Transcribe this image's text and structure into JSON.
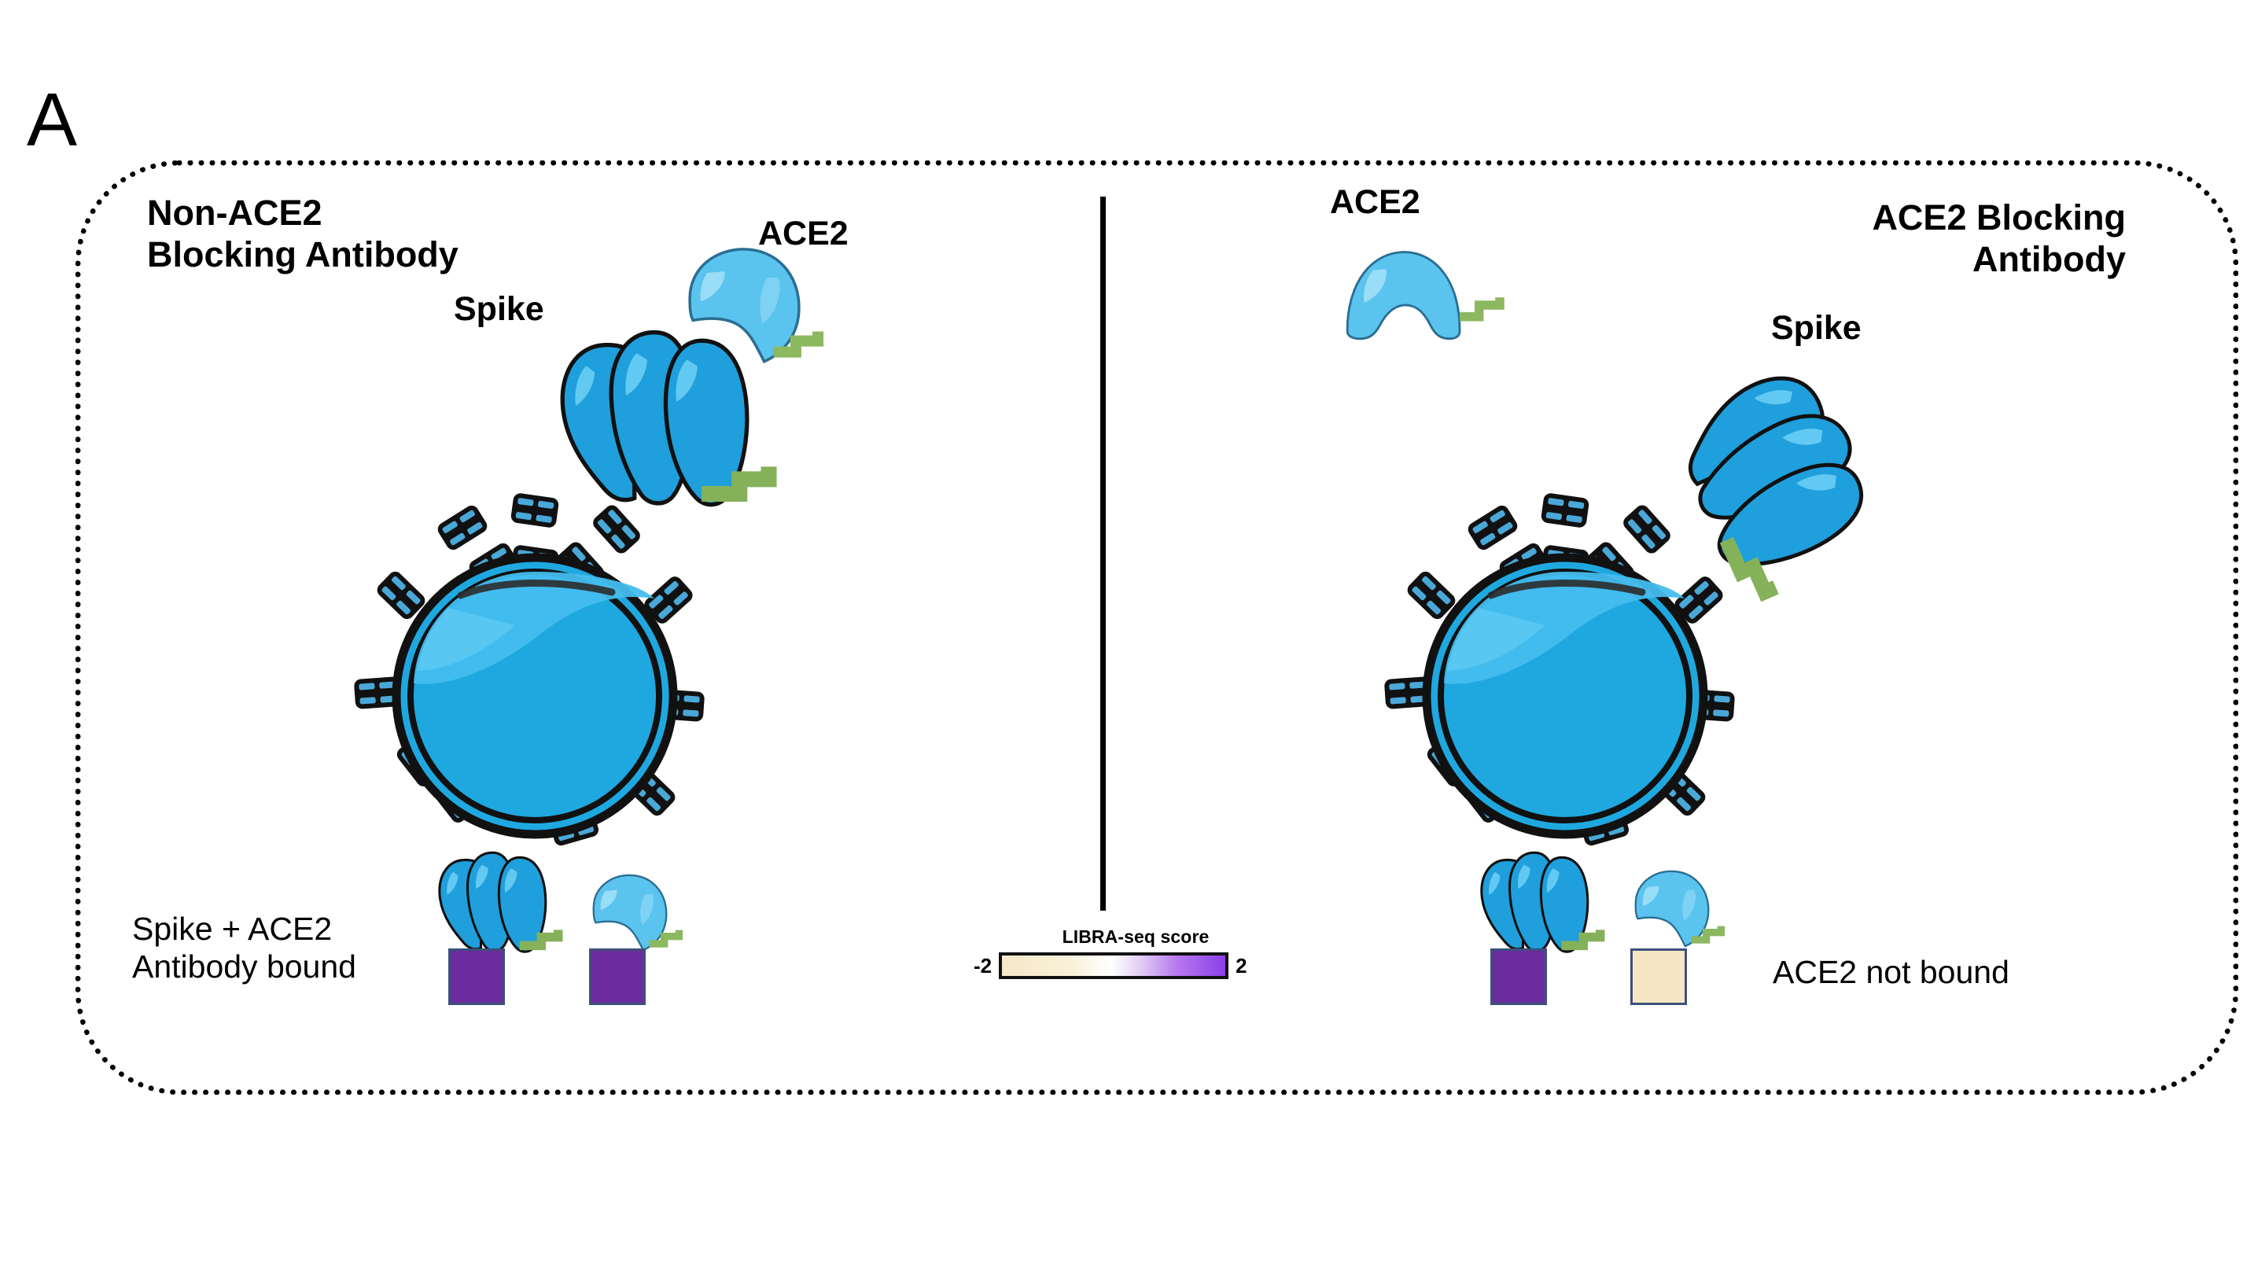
{
  "figure": {
    "panel_letter": "A",
    "type": "schematic-diagram"
  },
  "left_panel": {
    "heading": "Non-ACE2\nBlocking Antibody",
    "spike_label": "Spike",
    "ace2_label": "ACE2",
    "footer_text": "Spike + ACE2\nAntibody bound",
    "score_squares": [
      {
        "name": "spike-score-square",
        "value_color": "#6a2c9e",
        "meaning": "bound"
      },
      {
        "name": "ace2-score-square",
        "value_color": "#6a2c9e",
        "meaning": "bound"
      }
    ]
  },
  "right_panel": {
    "heading": "ACE2 Blocking\nAntibody",
    "spike_label": "Spike",
    "ace2_label": "ACE2",
    "footer_text": "ACE2 not bound",
    "score_squares": [
      {
        "name": "spike-score-square",
        "value_color": "#6a2c9e",
        "meaning": "bound"
      },
      {
        "name": "ace2-score-square",
        "value_color": "#f5e7c4",
        "meaning": "not bound"
      }
    ]
  },
  "legend": {
    "title": "LIBRA-seq score",
    "min_label": "-2",
    "max_label": "2",
    "colors": {
      "low": "#f6e8c8",
      "mid": "#ffffff",
      "high": "#8b3fe8"
    }
  },
  "palette": {
    "virus_blue": "#1fa8e0",
    "virus_blue_light": "#45bdee",
    "spike_blue": "#1f9fdc",
    "ace2_blue": "#5bc4ee",
    "tail_green": "#8cb860",
    "outline": "#111111",
    "square_border": "#3d4f7c"
  },
  "chart_data": {
    "type": "heatmap",
    "title": "LIBRA-seq score",
    "categories": [
      "Spike",
      "ACE2"
    ],
    "series": [
      {
        "name": "Non-ACE2 Blocking Antibody",
        "values": [
          2,
          2
        ]
      },
      {
        "name": "ACE2 Blocking Antibody",
        "values": [
          2,
          -2
        ]
      }
    ],
    "colorbar": {
      "min": -2,
      "max": 2,
      "low_color": "#f6e8c8",
      "mid_color": "#ffffff",
      "high_color": "#8b3fe8"
    },
    "legend_position": "bottom-center",
    "grid": false
  }
}
